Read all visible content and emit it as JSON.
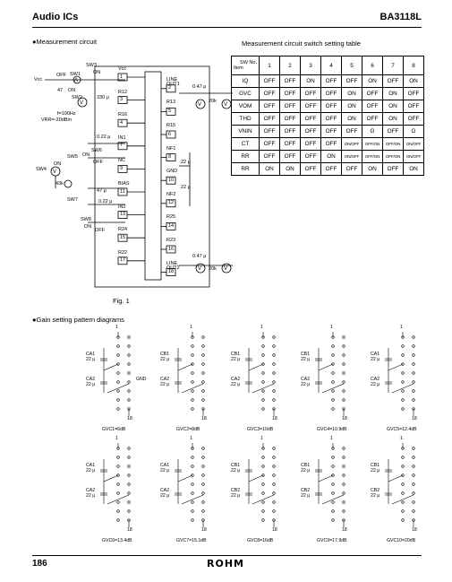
{
  "header": {
    "left_title": "Audio ICs",
    "right_title": "BA3118L"
  },
  "sections": {
    "measurement_circuit": "●Measurement circuit",
    "switch_table_title": "Measurement circuit switch setting table",
    "figure_caption": "Fig. 1",
    "gain_patterns": "●Gain setting pattern diagrams"
  },
  "switch_table": {
    "corner_top": "SW No.",
    "corner_bottom": "Item",
    "columns": [
      "1",
      "2",
      "3",
      "4",
      "5",
      "6",
      "7",
      "8"
    ],
    "rows": [
      {
        "item": "IQ",
        "values": [
          "OFF",
          "OFF",
          "ON",
          "OFF",
          "OFF",
          "ON",
          "OFF",
          "ON"
        ]
      },
      {
        "item": "GVC",
        "values": [
          "OFF",
          "OFF",
          "OFF",
          "OFF",
          "ON",
          "OFF",
          "ON",
          "OFF"
        ]
      },
      {
        "item": "VOM",
        "values": [
          "OFF",
          "OFF",
          "OFF",
          "OFF",
          "ON",
          "OFF",
          "ON",
          "OFF"
        ]
      },
      {
        "item": "THD",
        "values": [
          "OFF",
          "OFF",
          "OFF",
          "OFF",
          "ON",
          "OFF",
          "ON",
          "OFF"
        ]
      },
      {
        "item": "VNIN",
        "values": [
          "OFF",
          "OFF",
          "OFF",
          "OFF",
          "OFF",
          "G",
          "OFF",
          "G"
        ]
      },
      {
        "item": "CT",
        "values": [
          "OFF",
          "OFF",
          "OFF",
          "OFF",
          "ON/OFF",
          "OFF/ON",
          "OFF/ON",
          "ON/OFF"
        ]
      },
      {
        "item": "RR",
        "values": [
          "OFF",
          "OFF",
          "OFF",
          "ON",
          "ON/OFF",
          "OFF/ON",
          "OFF/ON",
          "ON/OFF"
        ]
      },
      {
        "item": "RR",
        "values": [
          "ON",
          "ON",
          "OFF",
          "OFF",
          "OFF",
          "ON",
          "OFF",
          "ON"
        ]
      }
    ]
  },
  "circuit": {
    "pins_left": [
      {
        "num": "1",
        "label": "Vcc"
      },
      {
        "num": "3",
        "label": "R12"
      },
      {
        "num": "4",
        "label": "R16"
      },
      {
        "num": "7",
        "label": "IN1"
      },
      {
        "num": "9",
        "label": "NC"
      },
      {
        "num": "11",
        "label": "BIAS"
      },
      {
        "num": "13",
        "label": "IN2"
      },
      {
        "num": "15",
        "label": "R24"
      },
      {
        "num": "17",
        "label": "R22"
      }
    ],
    "pins_right": [
      {
        "num": "2",
        "label": "LINE OUT1"
      },
      {
        "num": "5",
        "label": "R13"
      },
      {
        "num": "6",
        "label": "R15"
      },
      {
        "num": "8",
        "label": "NF1"
      },
      {
        "num": "10",
        "label": "GND"
      },
      {
        "num": "12",
        "label": "NF2"
      },
      {
        "num": "14",
        "label": "R25"
      },
      {
        "num": "16",
        "label": "R23"
      },
      {
        "num": "18",
        "label": "LINE OUT2"
      }
    ],
    "labels": {
      "vcc": "Vcc",
      "sw3": "SW3",
      "on": "ON",
      "off": "OFF",
      "sw1": "SW1",
      "r47": "47",
      "sw2": "SW2",
      "c330": "330 μ",
      "freq": "f=100Hz",
      "vrr": "VRR=-20dBm",
      "c047a": "0.47 μ",
      "r20ka": "20k",
      "c022a": "0.22 μ",
      "sw5": "SW5",
      "sw6": "SW6",
      "sw4": "SW4",
      "r43k": "43k",
      "c47": "47 μ",
      "sw7": "SW7",
      "c022b": "0.22 μ",
      "sw8": "SW8",
      "c22a": "22 μ",
      "c22b": "22 μ",
      "c047b": "0.47 μ",
      "r20kb": "20k"
    }
  },
  "gain_diagrams": [
    {
      "label": "GVC1=6dB"
    },
    {
      "label": "GVC2=8dB"
    },
    {
      "label": "GVC3=10dB"
    },
    {
      "label": "GVC4=10.9dB"
    },
    {
      "label": "GVC5=12.4dB"
    },
    {
      "label": "GVC6=13.4dB"
    },
    {
      "label": "GVC7=15.1dB"
    },
    {
      "label": "GVC8=16dB"
    },
    {
      "label": "GVC9=17.9dB"
    },
    {
      "label": "GVC10=20dB"
    }
  ],
  "gain_labels": {
    "pin1": "1",
    "pin18": "18",
    "ca1": "CA1",
    "ca2": "CA2",
    "cb1": "CB1",
    "cb2": "CB2",
    "c22": "22 μ",
    "gnd": "GND"
  },
  "footer": {
    "page_number": "186",
    "logo": "ROHM"
  }
}
